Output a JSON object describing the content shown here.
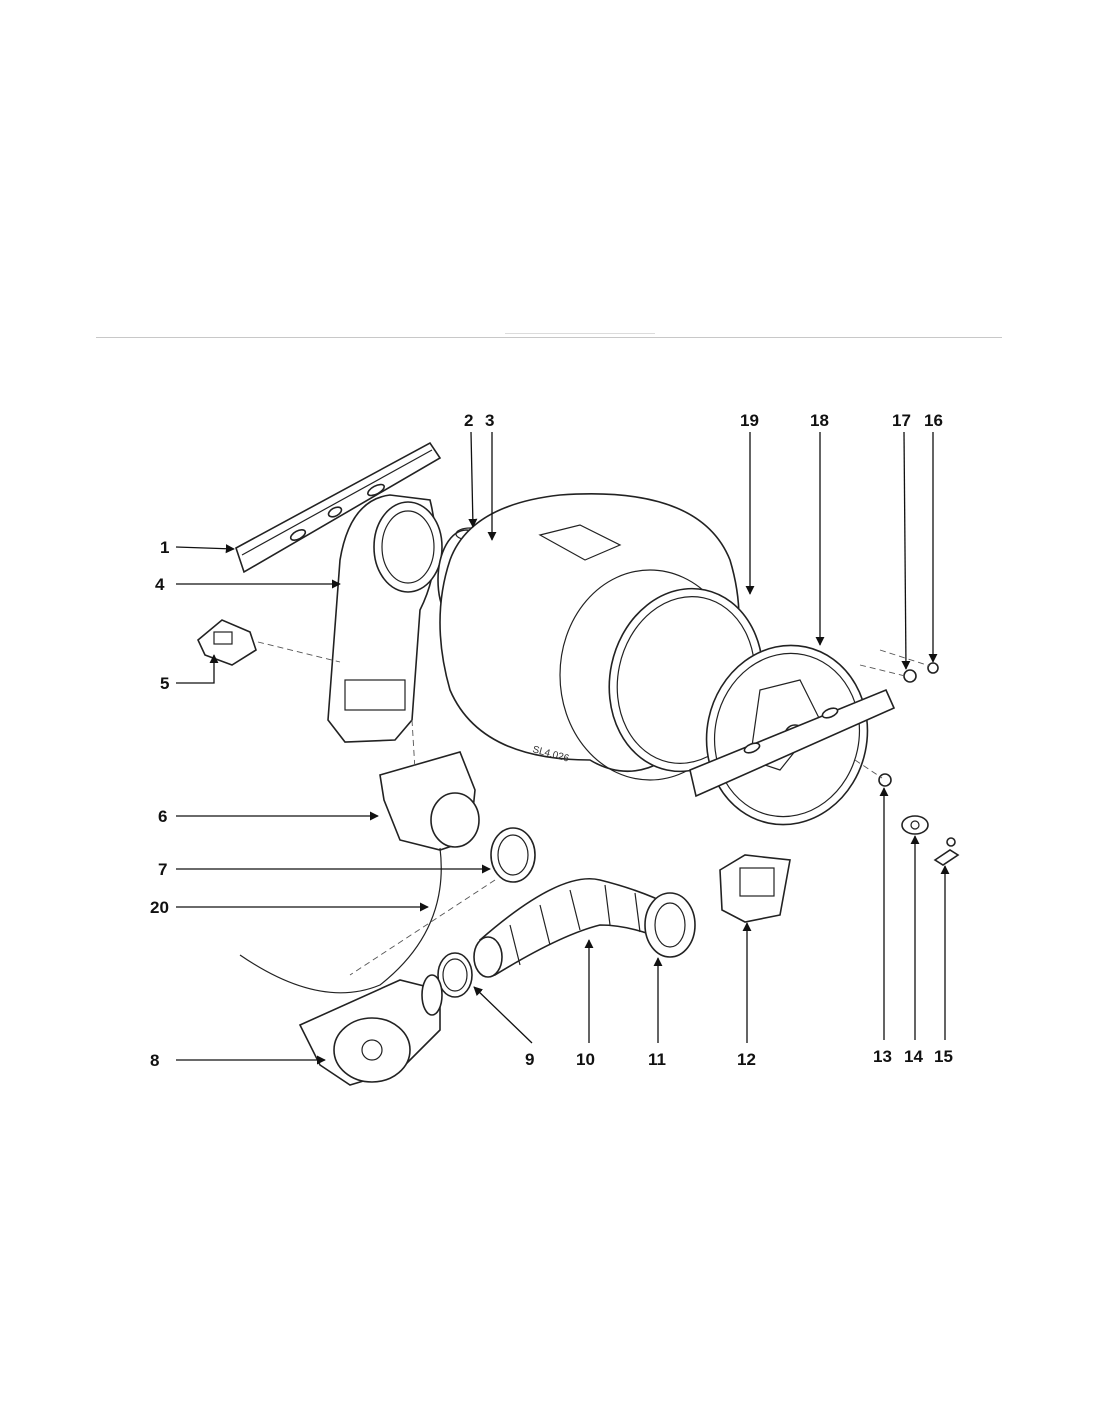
{
  "drawing_code": "SL4.026",
  "callouts": {
    "p1": "1",
    "p2": "2",
    "p3": "3",
    "p4": "4",
    "p5": "5",
    "p6": "6",
    "p7": "7",
    "p8": "8",
    "p9": "9",
    "p10": "10",
    "p11": "11",
    "p12": "12",
    "p13": "13",
    "p14": "14",
    "p15": "15",
    "p16": "16",
    "p17": "17",
    "p18": "18",
    "p19": "19",
    "p20": "20"
  }
}
